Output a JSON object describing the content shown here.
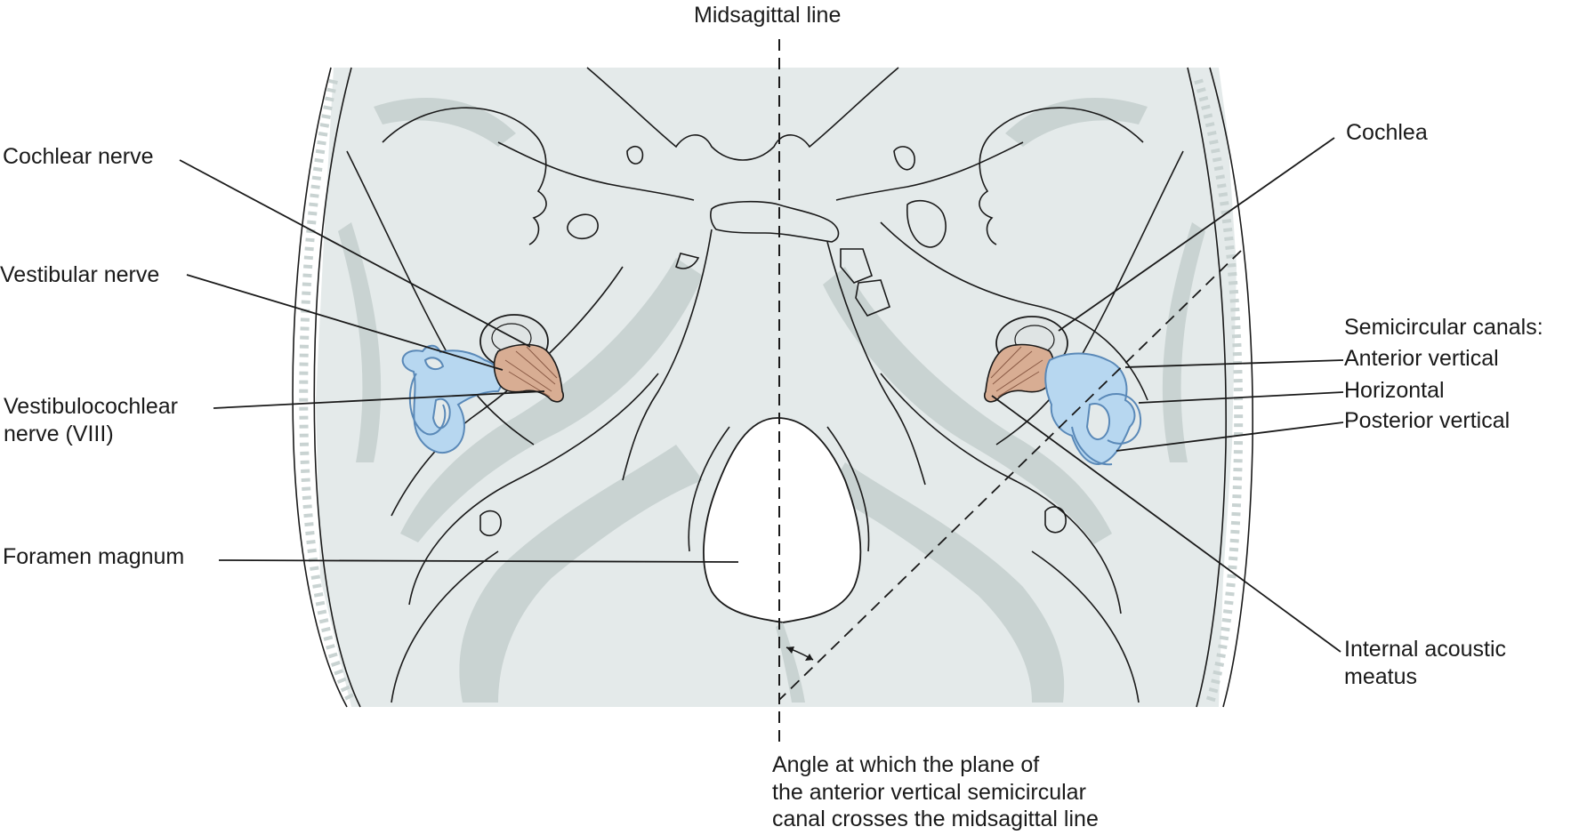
{
  "labels": {
    "midsagittal_line": "Midsagittal line",
    "cochlear_nerve": "Cochlear nerve",
    "vestibular_nerve": "Vestibular nerve",
    "vestibulocochlear_nerve": [
      "Vestibulocochlear",
      "nerve (VIII)"
    ],
    "foramen_magnum": "Foramen magnum",
    "cochlea": "Cochlea",
    "semicircular_canals": "Semicircular canals:",
    "anterior_vertical": "Anterior vertical",
    "horizontal": "Horizontal",
    "posterior_vertical": "Posterior vertical",
    "internal_acoustic_meatus": [
      "Internal acoustic",
      "meatus"
    ],
    "angle_caption": [
      "Angle at which the plane of",
      "the anterior vertical semicircular",
      "canal crosses the midsagittal line"
    ]
  },
  "colors": {
    "skull_fill": "#e4eaea",
    "bone_shadow": "#c9d3d2",
    "canal_blue": "#b7d7f0",
    "canal_outline": "#5a89b8",
    "nerve_tan": "#d8ad93",
    "cochlea_gray": "#dfe4e4",
    "line": "#1a1a1a"
  }
}
